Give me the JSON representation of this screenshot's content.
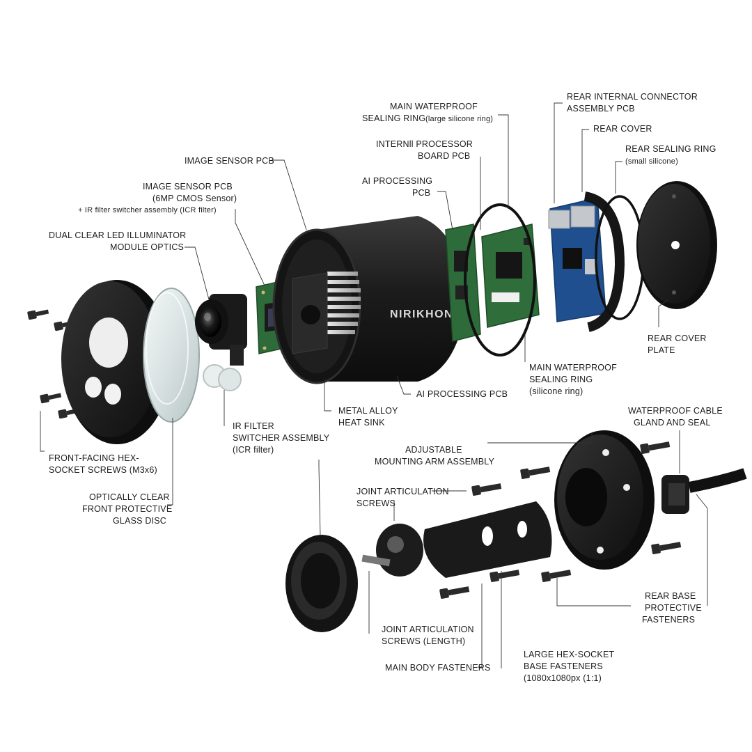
{
  "brand": "NIRIKHON",
  "labels": {
    "image_sensor_pcb_top": "IMAGE SENSOR PCB",
    "image_sensor_pcb_detail": [
      "IMAGE SENSOR PCB",
      "(6MP CMOS Sensor)",
      "+ IR filter switcher assembly (ICR filter)"
    ],
    "dual_led_optics": [
      "DUAL CLEAR LED ILLUMINATOR",
      "MODULE OPTICS"
    ],
    "main_ring_large": [
      "MAIN WATERPROOF",
      "SEALING RING",
      "(large silicone ring)"
    ],
    "internal_processor": [
      "INTERNll PROCESSOR",
      "BOARD PCB"
    ],
    "ai_processing_pcb_top": [
      "AI PROCESSING",
      "PCB"
    ],
    "rear_connector": [
      "REAR INTERNAL CONNECTOR",
      "ASSEMBLY PCB"
    ],
    "rear_cover": "REAR COVER",
    "rear_sealing_ring": [
      "REAR SEALING RING",
      "(small silicone)"
    ],
    "rear_cover_plate": [
      "REAR COVER",
      "PLATE"
    ],
    "main_ring_silicone": [
      "MAIN WATERPROOF",
      "SEALING RING",
      "(silicone ring)"
    ],
    "ai_processing_pcb_bottom": "AI PROCESSING PCB",
    "heat_sink": [
      "METAL ALLOY",
      "HEAT SINK"
    ],
    "ir_filter": [
      "IR FILTER",
      "SWITCHER ASSEMBLY",
      "(ICR filter)"
    ],
    "front_screws": [
      "FRONT-FACING HEX-",
      "SOCKET SCREWS (M3x6)"
    ],
    "glass_disc": [
      "OPTICALLY CLEAR",
      "FRONT PROTECTIVE",
      "GLASS DISC"
    ],
    "mounting_arm": [
      "ADJUSTABLE",
      "MOUNTING ARM ASSEMBLY"
    ],
    "cable_gland": [
      "WATERPROOF CABLE",
      "GLAND AND SEAL"
    ],
    "joint_screws": [
      "JOINT ARTICULATION",
      "SCREWS"
    ],
    "joint_screws_length": [
      "JOINT ARTICULATION",
      "SCREWS (LENGTH)"
    ],
    "main_body_fasteners": "MAIN BODY FASTENERS",
    "large_base_fasteners": [
      "LARGE HEX-SOCKET",
      "BASE FASTENERS",
      "(1080x1080px (1:1)"
    ],
    "rear_base_fasteners": [
      "REAR BASE",
      "PROTECTIVE",
      "FASTENERS"
    ]
  },
  "colors": {
    "housing": "#1f1f1f",
    "pcb_green": "#2e6b3a",
    "pcb_blue": "#1f4f8f",
    "heatsink": "#cfcfcf",
    "leader": "#333333"
  }
}
